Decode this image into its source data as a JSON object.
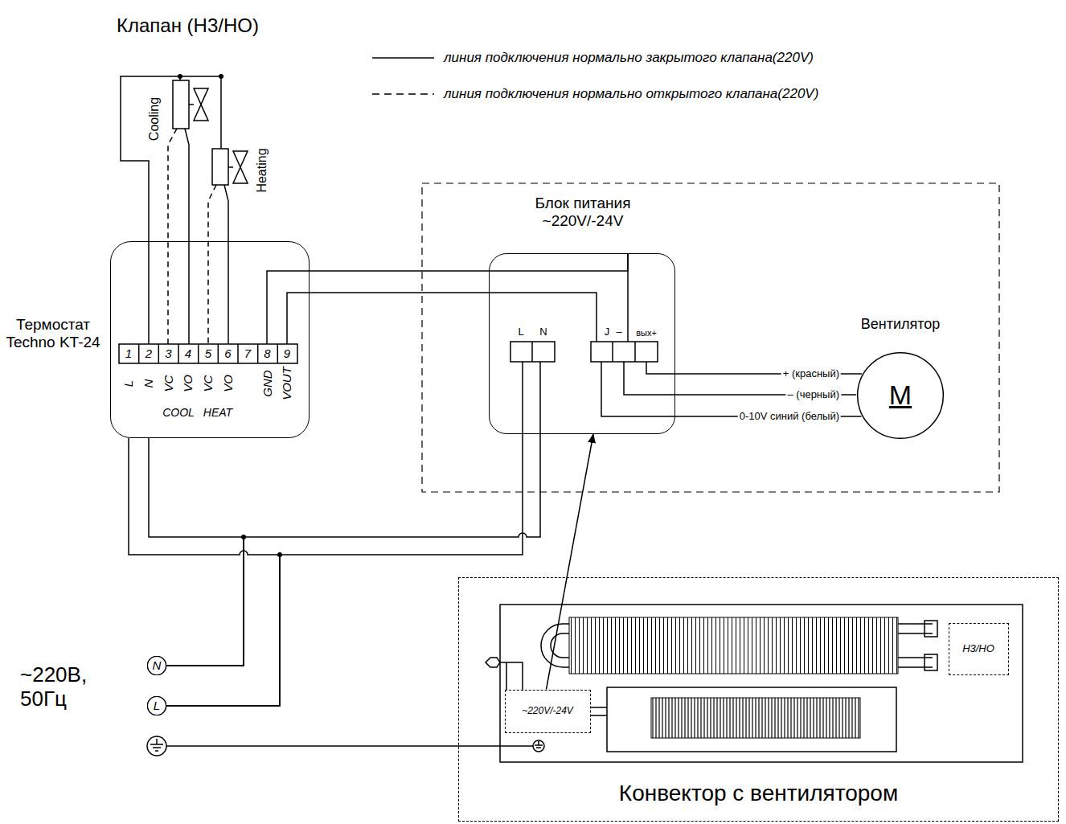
{
  "diagram": {
    "title": "Клапан (Н3/НО)",
    "nodes": [
      {
        "text": [
          "Термостат Techno KT-24"
        ]
      },
      {
        "text": [
          "Блок питания ~220V/-24V"
        ]
      },
      {
        "text": [
          "Вентилятор",
          "M"
        ]
      },
      {
        "text": [
          "Конвектор с вентилятором"
        ]
      },
      {
        "text": [
          "~220V/-24V"
        ],
        "in": 3
      },
      {
        "text": [
          "Н3/НО"
        ],
        "in": 3
      },
      {
        "text": [
          "N"
        ]
      },
      {
        "text": [
          "L"
        ]
      }
    ],
    "edges": [
      {
        "from": 0,
        "to": 1,
        "arrow": "none"
      },
      {
        "from": 0,
        "to": 1,
        "arrow": "none"
      },
      {
        "from": 1,
        "to": 2,
        "label": "+ (красный)",
        "arrow": "none"
      },
      {
        "from": 1,
        "to": 2,
        "label": "– (черный)",
        "arrow": "none"
      },
      {
        "from": 1,
        "to": 2,
        "label": "0-10V синий (белый)",
        "arrow": "none"
      },
      {
        "from": 4,
        "to": 1,
        "arrow": "to"
      },
      {
        "from": 6,
        "to": 0,
        "arrow": "none"
      },
      {
        "from": 6,
        "to": 1,
        "arrow": "none"
      },
      {
        "from": 7,
        "to": 0,
        "arrow": "none"
      },
      {
        "from": 7,
        "to": 1,
        "arrow": "none"
      }
    ],
    "labels": [
      "Cooling",
      "Heating",
      "1",
      "2",
      "3",
      "4",
      "5",
      "6",
      "7",
      "8",
      "9",
      "L",
      "N",
      "VC",
      "VO",
      "VC",
      "VO",
      "GND",
      "VOUT",
      "COOL",
      "HEAT",
      "L",
      "N",
      "J",
      "–",
      "вых+",
      "~220В, 50Гц"
    ],
    "legend": [
      {
        "text": "линия подключения нормально закрытого клапана(220V)"
      },
      {
        "text": "линия подключения нормально открытого клапана(220V)"
      }
    ]
  }
}
